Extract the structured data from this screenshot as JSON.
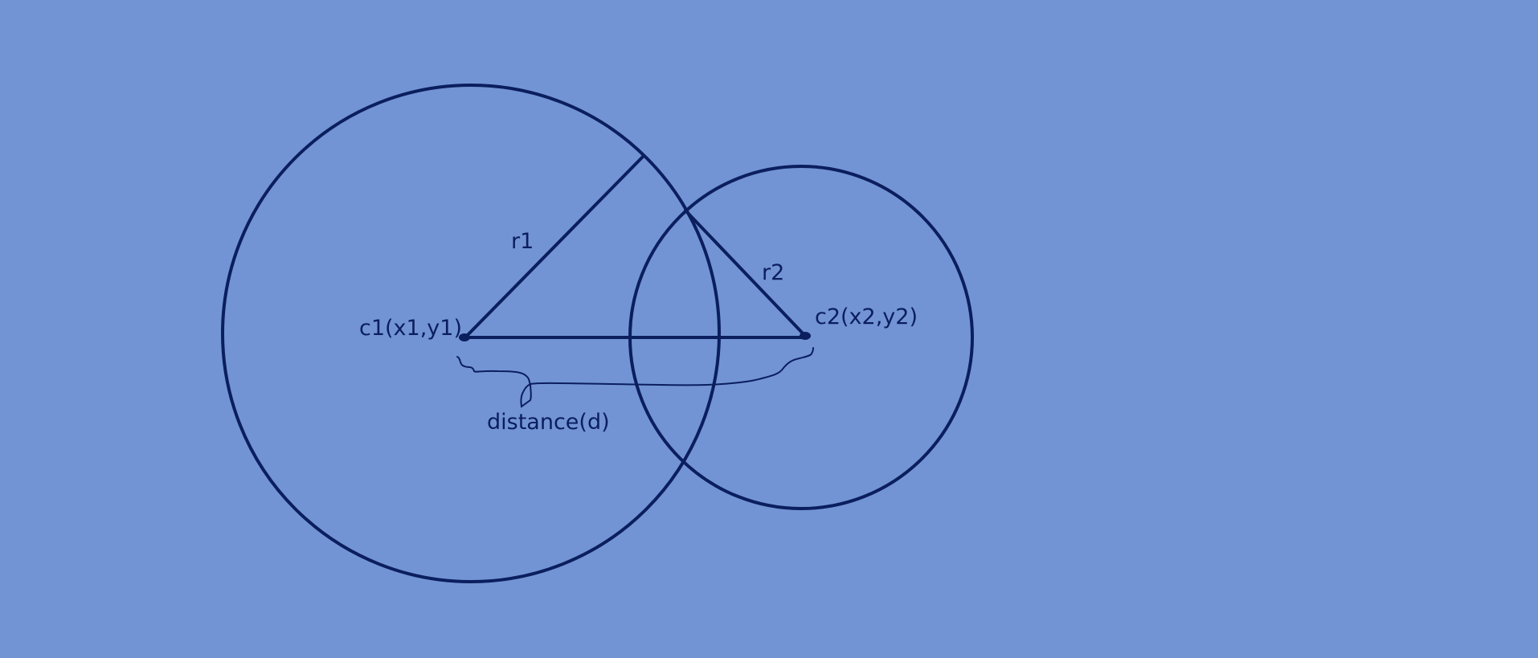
{
  "colors": {
    "background": "#7294d4",
    "ink": "#0b1e5e"
  },
  "labels": {
    "center1": "c1(x1,y1)",
    "center2": "c2(x2,y2)",
    "radius1": "r1",
    "radius2": "r2",
    "distance": "distance(d)"
  }
}
